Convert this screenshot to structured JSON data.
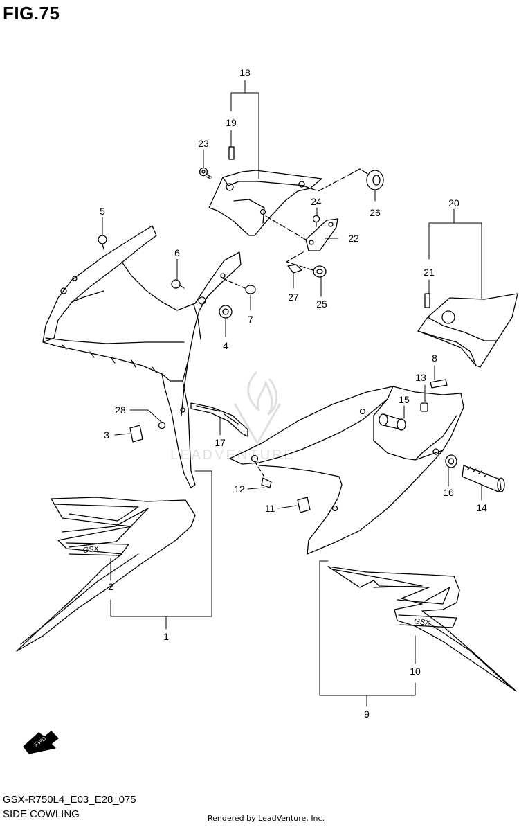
{
  "figure": {
    "title": "FIG.75",
    "model_code": "GSX-R750L4_E03_E28_075",
    "section_name": "SIDE COWLING",
    "credit": "Rendered by LeadVenture, Inc.",
    "watermark": "LEADVENTURE",
    "fwd_label": "FWD"
  },
  "callouts": [
    "1",
    "2",
    "3",
    "4",
    "5",
    "6",
    "7",
    "8",
    "9",
    "10",
    "11",
    "12",
    "13",
    "14",
    "15",
    "16",
    "17",
    "18",
    "19",
    "20",
    "21",
    "22",
    "23",
    "24",
    "25",
    "26",
    "27",
    "28"
  ],
  "decal_text": "GSX",
  "colors": {
    "line": "#000000",
    "background": "#ffffff"
  }
}
